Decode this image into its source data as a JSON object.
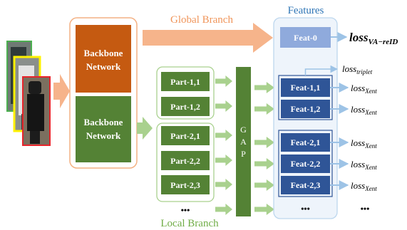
{
  "global_branch": {
    "label": "Global Branch"
  },
  "local_branch": {
    "label": "Local Branch"
  },
  "features": {
    "title": "Features",
    "global_feat": "Feat-0",
    "part1_feats": [
      "Feat-1,1",
      "Feat-1,2"
    ],
    "part2_feats": [
      "Feat-2,1",
      "Feat-2,2",
      "Feat-2,3"
    ],
    "ellipsis": "•••"
  },
  "backbone": {
    "top_label": [
      "Backbone",
      "Network"
    ],
    "bottom_label": [
      "Backbone",
      "Network"
    ]
  },
  "parts": {
    "group1": [
      "Part-1,1",
      "Part-1,2"
    ],
    "group2": [
      "Part-2,1",
      "Part-2,2",
      "Part-2,3"
    ],
    "ellipsis": "•••"
  },
  "gap": {
    "letters": [
      "G",
      "A",
      "P"
    ]
  },
  "losses": {
    "global": {
      "base": "loss",
      "sub": "VA−reID"
    },
    "triplet": {
      "base": "loss",
      "sub": "triplet"
    },
    "xent": {
      "base": "loss",
      "sub": "Xent"
    },
    "ellipsis": "•••"
  },
  "colors": {
    "orange_text": "#F0955A",
    "orange_arrow": "#F6B48B",
    "backbone_orange": "#C55A11",
    "green": "#548235",
    "green_light": "#A9D18E",
    "green_text": "#70AD47",
    "blue_text": "#2E75B6",
    "feat0": "#8FAADC",
    "feat_dark": "#2F5597",
    "blue_arrow": "#9DC3E6",
    "panel_fill": "#EEF4FB",
    "panel_border": "#BDD7EE"
  }
}
